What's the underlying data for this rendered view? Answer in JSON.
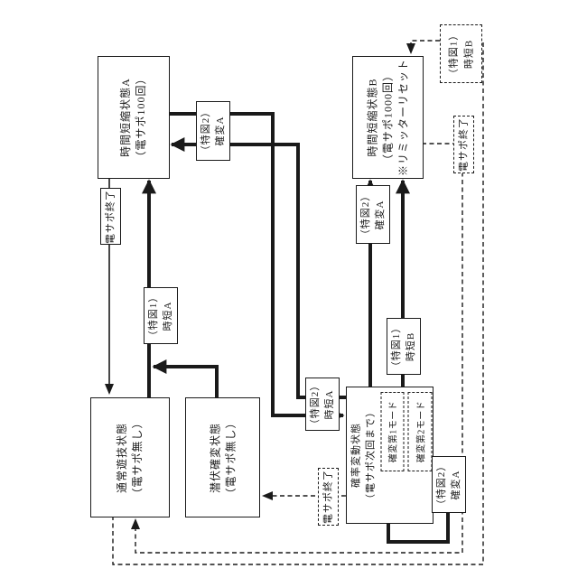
{
  "diagram": {
    "states": {
      "jitanA": {
        "line1": "時間短縮状態A",
        "line2": "（電サポ100回）"
      },
      "jitanB": {
        "line1": "時間短縮状態B",
        "line2": "（電サポ1000回）",
        "line3": "※リミッターリセット"
      },
      "normal": {
        "line1": "通常遊技状態",
        "line2": "（電サポ無し）"
      },
      "senpuku": {
        "line1": "潜伏確変状態",
        "line2": "（電サポ無し）"
      },
      "kakuhen": {
        "line1": "確率変動状態",
        "line2": "（電サポ次回まで）",
        "mode1": "確変第1モード",
        "mode2": "確変第2モード"
      }
    },
    "transitions": {
      "densapoEndA": "電サポ終了",
      "densapoEndB": "電サポ終了",
      "densapoEndKakuhen": "電サポ終了",
      "fig2KakuhenA1": {
        "line1": "（特図2）",
        "line2": "確変A"
      },
      "fig2KakuhenA2": {
        "line1": "（特図2）",
        "line2": "確変A"
      },
      "fig2KakuhenA3": {
        "line1": "（特図2）",
        "line2": "確変A"
      },
      "fig1JitanA": {
        "line1": "（特図1）",
        "line2": "時短A"
      },
      "fig1JitanB": {
        "line1": "（特図1）",
        "line2": "時短B"
      },
      "fig2JitanA": {
        "line1": "（特図2）",
        "line2": "時短A"
      },
      "fig1JitanBDashed": {
        "line1": "（特図1）",
        "line2": "時短B"
      }
    },
    "colors": {
      "ink": "#1a1a1a",
      "background": "#ffffff"
    }
  }
}
